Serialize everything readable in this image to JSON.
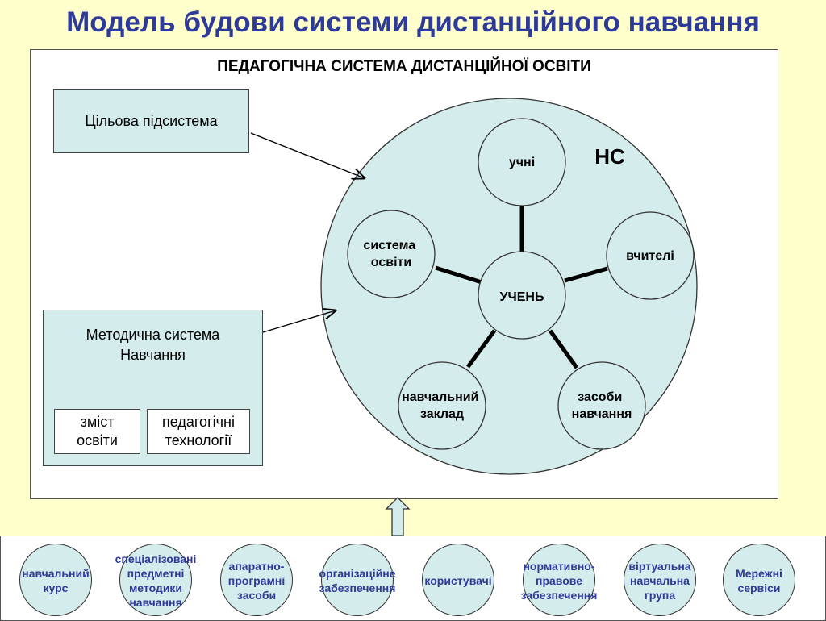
{
  "title": "Модель будови системи дистанційного навчання",
  "frame_title": "ПЕДАГОГІЧНА СИСТЕМА ДИСТАНЦІЙНОЇ ОСВІТИ",
  "target_subsystem": "Цільова підсистема",
  "methodical_system": {
    "line1": "Методична система",
    "line2": "Навчання",
    "content": [
      "зміст",
      "освіти"
    ],
    "technologies": [
      "педагогічні",
      "технології"
    ]
  },
  "ns_label": "НС",
  "center": "УЧЕНЬ",
  "nodes": {
    "pupils": [
      "учні"
    ],
    "teachers": [
      "вчителі"
    ],
    "education_system": [
      "система",
      "освіти"
    ],
    "institution": [
      "навчальний",
      "заклад"
    ],
    "learning_tools": [
      "засоби",
      "навчання"
    ]
  },
  "bottom_items": [
    [
      "навчальний",
      "курс"
    ],
    [
      "спеціалізовані",
      "предметні",
      "методики",
      "навчання"
    ],
    [
      "апаратно-",
      "програмні",
      "засоби"
    ],
    [
      "організаційне",
      "забезпечення"
    ],
    [
      "користувачі"
    ],
    [
      "нормативно-",
      "правове",
      "забезпечення"
    ],
    [
      "віртуальна",
      "навчальна",
      "група"
    ],
    [
      "Мережні",
      "сервіси"
    ]
  ],
  "colors": {
    "background": "#ffffcc",
    "title": "#2e3a9a",
    "circle_fill": "#d4ecec",
    "bottom_text": "#2e3a9a"
  }
}
